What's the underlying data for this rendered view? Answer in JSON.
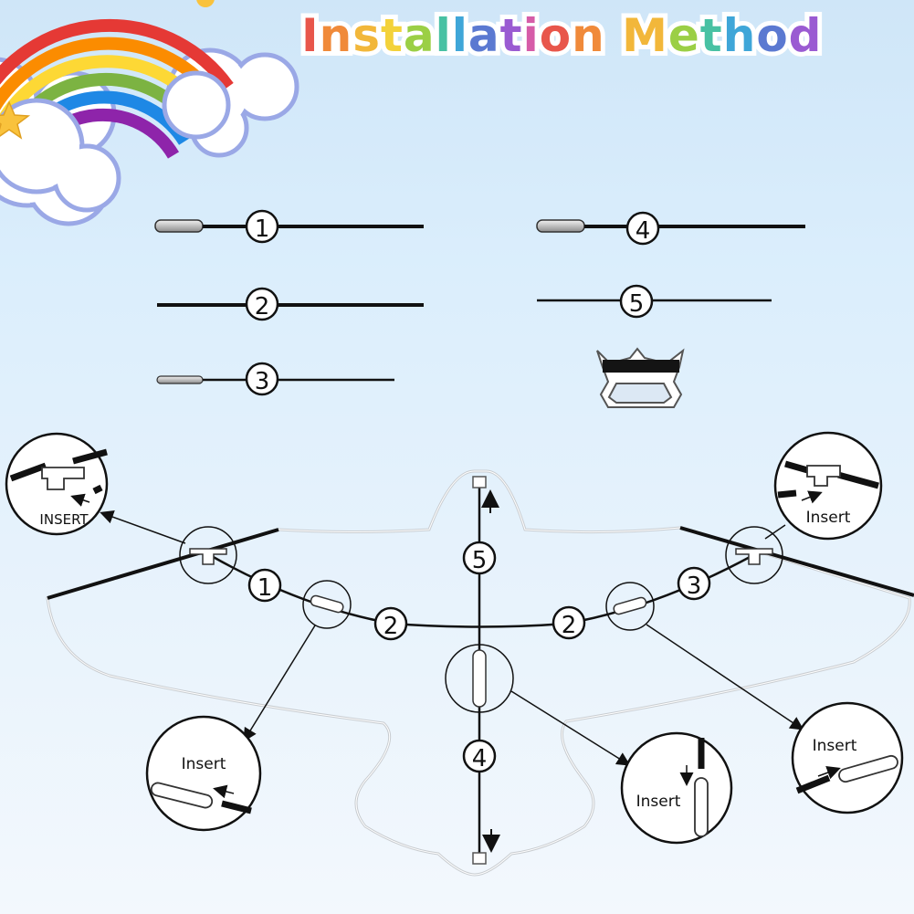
{
  "title": "Installation Method",
  "title_colors": [
    "#e8564b",
    "#f08a3a",
    "#f2b73a",
    "#f3d23a",
    "#9bcf45",
    "#48c1a3",
    "#3fa6d8",
    "#5b79d1",
    "#9a5bd2",
    "#d65ca8",
    "#e8564b",
    "#f08a3a",
    "#f2b73a",
    "#9bcf45",
    "#48c1a3",
    "#3fa6d8",
    "#5b79d1",
    "#9a5bd2",
    "#d65ca8"
  ],
  "colors": {
    "sky_top": "#cfe6f8",
    "line": "#111111",
    "outline": "#c8ccd0"
  },
  "rods": [
    {
      "id": "rod-1",
      "number": "1",
      "end": "capped"
    },
    {
      "id": "rod-2",
      "number": "2",
      "end": "plain"
    },
    {
      "id": "rod-3",
      "number": "3",
      "end": "capped"
    },
    {
      "id": "rod-4",
      "number": "4",
      "end": "capped"
    },
    {
      "id": "rod-5",
      "number": "5",
      "end": "plain"
    }
  ],
  "handle": {
    "icon": "line-handle-icon"
  },
  "diagram_numbers": {
    "n1": "1",
    "n2a": "2",
    "n2b": "2",
    "n3": "3",
    "n4": "4",
    "n5": "5"
  },
  "callouts": {
    "top_left": "INSERT",
    "top_right": "Insert",
    "bottom_left": "Insert",
    "bottom_center": "Insert",
    "bottom_right": "Insert"
  }
}
